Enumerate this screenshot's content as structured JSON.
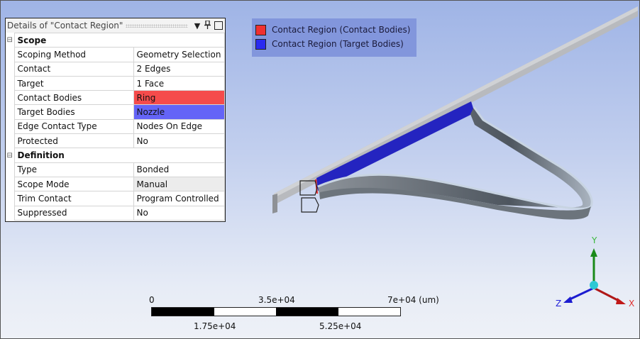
{
  "details_panel": {
    "title": "Details of \"Contact Region\"",
    "icons": {
      "dropdown": "▼",
      "pin": "⫫",
      "maximize": "□"
    },
    "groups": [
      {
        "label": "Scope",
        "expander": "⊟",
        "rows": [
          {
            "label": "Scoping Method",
            "value": "Geometry Selection"
          },
          {
            "label": "Contact",
            "value": "2 Edges"
          },
          {
            "label": "Target",
            "value": "1 Face"
          },
          {
            "label": "Contact Bodies",
            "value": "Ring",
            "highlight": "#f54b4b"
          },
          {
            "label": "Target Bodies",
            "value": "Nozzle",
            "highlight": "#6464f7"
          },
          {
            "label": "Edge Contact Type",
            "value": "Nodes On Edge"
          },
          {
            "label": "Protected",
            "value": "No"
          }
        ]
      },
      {
        "label": "Definition",
        "expander": "⊟",
        "rows": [
          {
            "label": "Type",
            "value": "Bonded"
          },
          {
            "label": "Scope Mode",
            "value": "Manual"
          },
          {
            "label": "Trim Contact",
            "value": "Program Controlled"
          },
          {
            "label": "Suppressed",
            "value": "No"
          }
        ]
      }
    ]
  },
  "legend": {
    "items": [
      {
        "label": "Contact Region (Contact Bodies)",
        "color": "#f03030"
      },
      {
        "label": "Contact Region (Target Bodies)",
        "color": "#2a2af0"
      }
    ]
  },
  "scale_bar": {
    "top_labels": [
      "0",
      "3.5e+04",
      "7e+04 (um)"
    ],
    "bottom_labels": [
      "1.75e+04",
      "5.25e+04"
    ]
  },
  "triad": {
    "x": "X",
    "y": "Y",
    "z": "Z"
  },
  "colors": {
    "contact": "#f54b4b",
    "target": "#6464f7",
    "target_face": "#2424c0",
    "body": "#b9bdc2"
  }
}
